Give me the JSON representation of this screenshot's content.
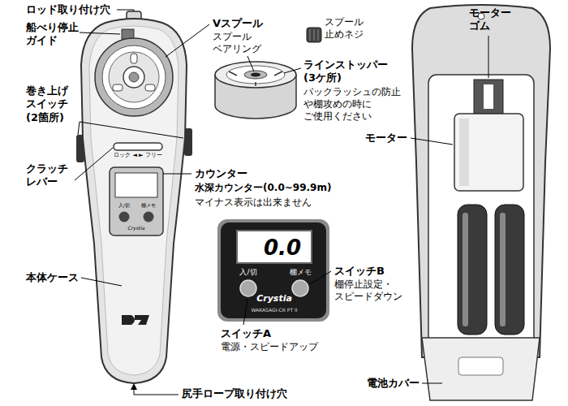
{
  "diagram": {
    "labels": [
      "ロッド取り付け穴",
      "船べり停止 ガイド",
      "巻き上げ スイッチ (2箇所)",
      "クラッチ レバー",
      "本体ケース",
      "尻手ロープ取り付け穴",
      "Vスプール",
      "スプール ベアリング",
      "スプール 止めネジ",
      "ラインストッパー (3ケ所)",
      "バックラッシュの防止 や棚攻めの時に ご使用ください",
      "カウンター",
      "水深カウンター(0.0~99.9m)",
      "マイナス表示は出来ません",
      "スイッチB",
      "棚停止設定・ スピードダウン",
      "スイッチA",
      "電源・スピードアップ",
      "モーター ゴム",
      "モーター",
      "電池カバー",
      "ロック ◄ ► フリー",
      "入/切",
      "棚メモ",
      "Crystia",
      "0.0",
      "入/切",
      "棚メモ",
      "Crystia",
      "WAKASAGI-CR PT II"
    ]
  }
}
